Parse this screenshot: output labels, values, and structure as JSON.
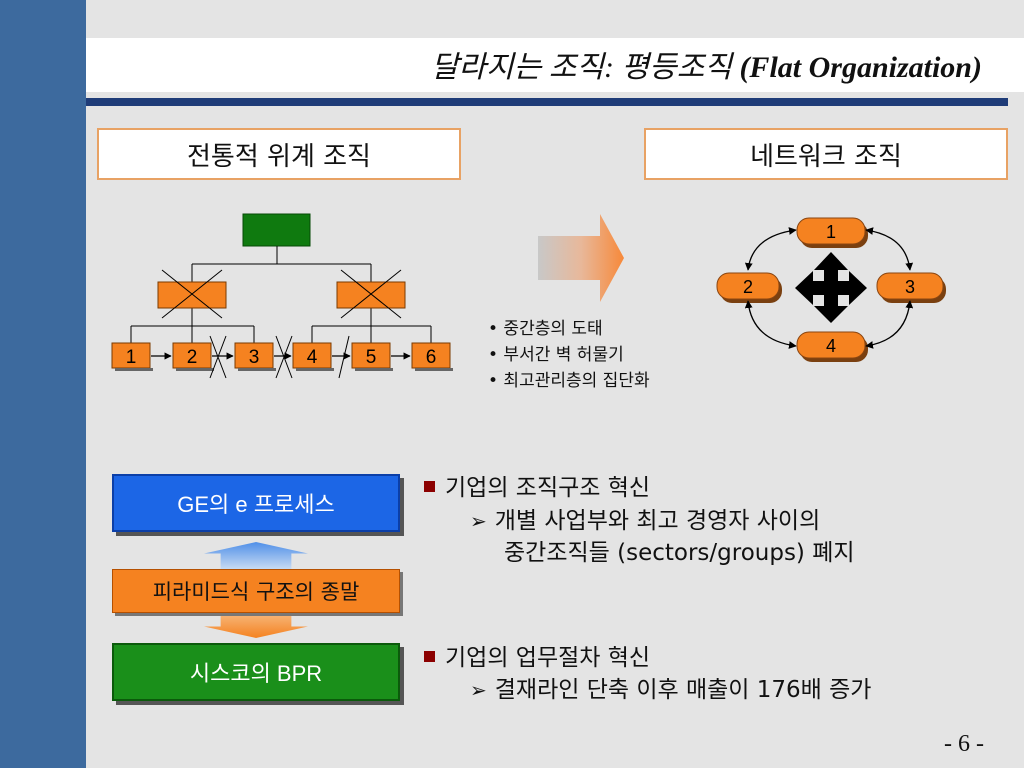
{
  "title": {
    "prefix": "달라지는 조직: 평등조직 ",
    "english": "(Flat Organization)"
  },
  "labels": {
    "traditional": "전통적 위계 조직",
    "network": "네트워크 조직"
  },
  "hierarchy_units": [
    "1",
    "2",
    "3",
    "4",
    "5",
    "6"
  ],
  "network_nodes": [
    "1",
    "2",
    "3",
    "4"
  ],
  "bullets": [
    "• 중간층의 도태",
    "• 부서간 벽 허물기",
    "• 최고관리층의 집단화"
  ],
  "boxes": {
    "ge": "GE의  e 프로세스",
    "pyramid": "피라미드식 구조의 종말",
    "bpr": "시스코의 BPR"
  },
  "sections": [
    {
      "heading": "기업의 조직구조 혁신",
      "lines": [
        "개별 사업부와 최고 경영자 사이의",
        "중간조직들 (sectors/groups) 폐지"
      ]
    },
    {
      "heading": "기업의 업무절차 혁신",
      "lines": [
        "결재라인 단축 이후 매출이 176배 증가"
      ]
    }
  ],
  "page_number": "- 6 -",
  "colors": {
    "sidebar": "#3d6a9e",
    "rule": "#1f3c78",
    "orange": "#f58220",
    "green": "#0f7a0f",
    "blue": "#1c66e6"
  }
}
